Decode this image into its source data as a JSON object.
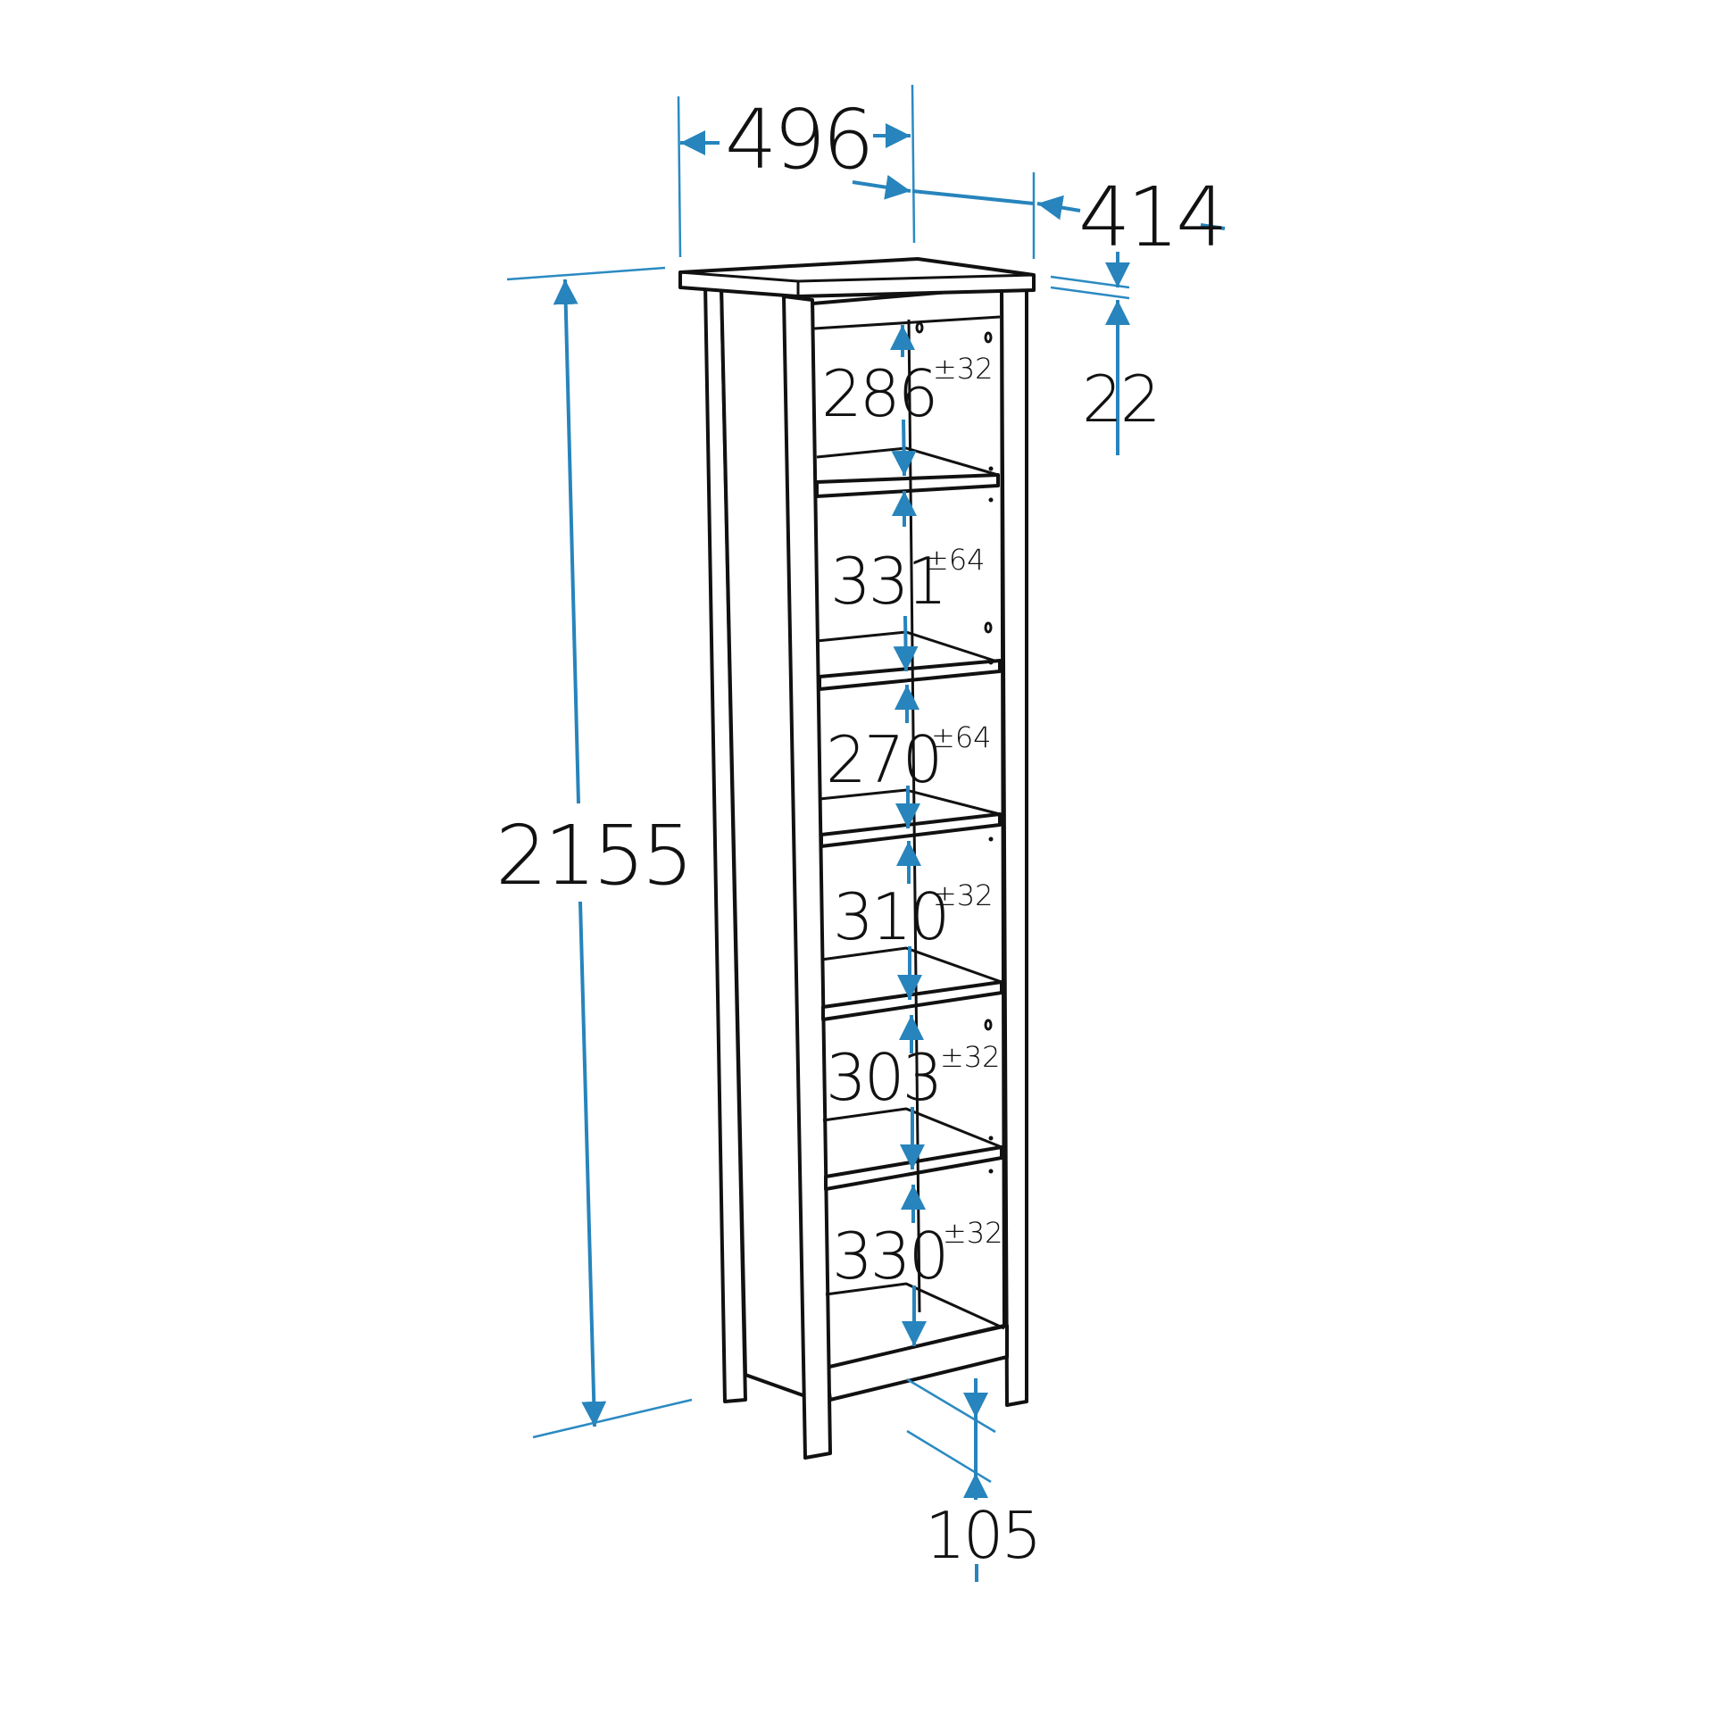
{
  "title": "Tall narrow bookcase with 6 shelves - dimension drawing (mm)",
  "colors": {
    "dimension": "#2784bc",
    "outline": "#111111",
    "background": "#ffffff"
  },
  "dimensions": {
    "width": "496",
    "depth": "414",
    "height": "2155",
    "top_thickness": "22",
    "plinth_height": "105"
  },
  "shelves": [
    {
      "height": "286",
      "tolerance": "±32"
    },
    {
      "height": "331",
      "tolerance": "±64"
    },
    {
      "height": "270",
      "tolerance": "±64"
    },
    {
      "height": "310",
      "tolerance": "±32"
    },
    {
      "height": "303",
      "tolerance": "±32"
    },
    {
      "height": "330",
      "tolerance": "±32"
    }
  ]
}
